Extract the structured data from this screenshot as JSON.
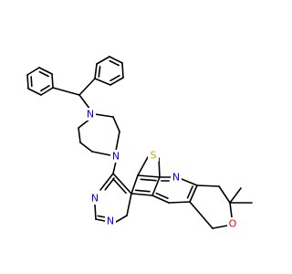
{
  "atoms": {
    "n_pip_top": "N",
    "n_pip_bottom": "N",
    "s_thiophene": "S",
    "n_pyridine": "N",
    "n_pyrimidine_a": "N",
    "n_pyrimidine_b": "N",
    "o_pyran": "O"
  },
  "colors": {
    "carbon": "#000000",
    "nitrogen": "#0000ff",
    "sulfur": "#b3b300",
    "oxygen": "#ff0000"
  }
}
